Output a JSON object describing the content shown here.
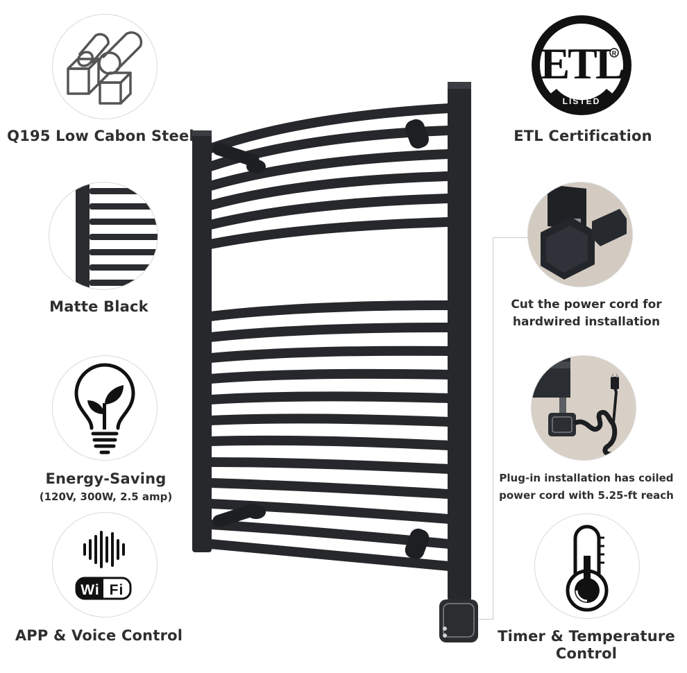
{
  "features_left": [
    {
      "icon": "steel-materials-icon",
      "label": "Q195 Low Cabon Steel"
    },
    {
      "icon": "matte-black-rail-icon",
      "label": "Matte Black"
    },
    {
      "icon": "energy-saving-bulb-icon",
      "label": "Energy-Saving",
      "sublabel": "(120V, 300W, 2.5 amp)"
    },
    {
      "icon": "voice-wifi-icon",
      "label": "APP & Voice Control",
      "wifi_badge": "WiFi"
    }
  ],
  "features_right": [
    {
      "icon": "etl-listed-logo",
      "label": "ETL Certification",
      "logo_text": "ETL",
      "logo_subtext": "LISTED"
    },
    {
      "icon": "hardwire-connector-photo",
      "label_lines": [
        "Cut the power cord for",
        "hardwired installation"
      ]
    },
    {
      "icon": "plug-in-cord-photo",
      "label_lines": [
        "Plug-in installation has coiled",
        "power cord with 5.25-ft reach"
      ]
    },
    {
      "icon": "thermometer-icon",
      "label_lines": [
        "Timer & Temperature",
        "Control"
      ]
    }
  ],
  "colors": {
    "rack": "#26282b",
    "text": "#2f2f2f",
    "circle_border": "#d9d9d9"
  }
}
